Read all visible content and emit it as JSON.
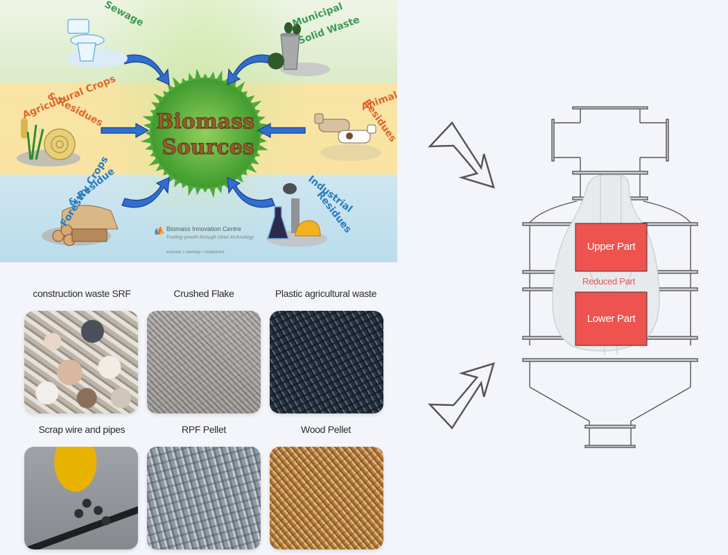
{
  "poster": {
    "title_line1": "Biomass",
    "title_line2": "Sources",
    "sources": {
      "sewage": "Sewage",
      "msw_line1": "Municipal",
      "msw_line2": "Solid Waste",
      "agri_line1": "Agricultural Crops",
      "agri_line2": "& Residues",
      "animal_line1": "Animal",
      "animal_line2": "Residues",
      "forestry_line1": "Forestry Crops",
      "forestry_line2": "& Residue",
      "industrial_line1": "Industrial",
      "industrial_line2": "Residues"
    },
    "org": {
      "name": "Biomass Innovation Centre",
      "tagline": "Fueling growth through clean technology",
      "motto": "educate  >  develop  >  implement"
    }
  },
  "materials": [
    {
      "label": "construction waste  SRF",
      "photo": "construction-waste-photo"
    },
    {
      "label": "Crushed Flake",
      "photo": "crushed-flake-photo"
    },
    {
      "label": "Plastic agricultural waste",
      "photo": "plastic-agricultural-waste-photo"
    },
    {
      "label": "Scrap wire and pipes",
      "photo": "scrap-wire-photo"
    },
    {
      "label": "RPF Pellet",
      "photo": "rpf-pellet-photo"
    },
    {
      "label": "Wood Pellet",
      "photo": "wood-pellet-photo"
    }
  ],
  "reactor": {
    "upper_part": "Upper Part",
    "reduced_part": "Reduced Part",
    "lower_part": "Lower Part"
  },
  "colors": {
    "background": "#f3f5fa",
    "part_fill": "#ef5350",
    "reactor_line": "#555555"
  }
}
